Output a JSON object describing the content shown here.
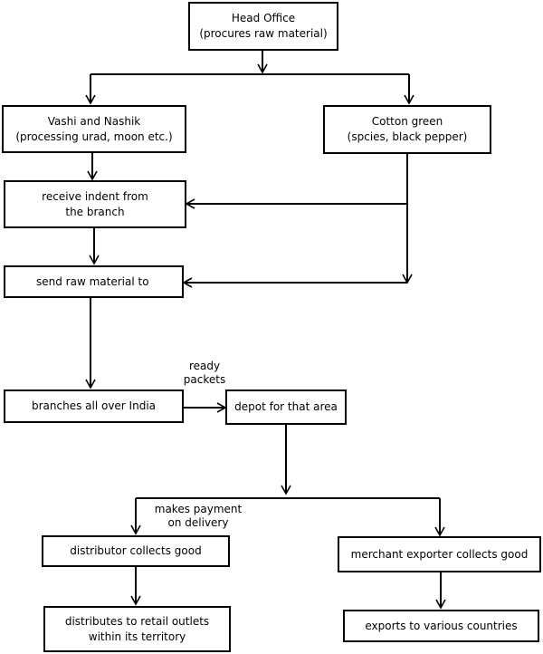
{
  "nodes": {
    "head_office": {
      "line1": "Head Office",
      "line2": "(procures raw material)"
    },
    "vashi_nashik": {
      "line1": "Vashi and Nashik",
      "line2": "(processing urad, moon etc.)"
    },
    "cotton_green": {
      "line1": "Cotton green",
      "line2": "(spcies, black pepper)"
    },
    "receive_indent": {
      "line1": "receive indent from",
      "line2": "the branch"
    },
    "send_raw": {
      "line1": "send raw material to"
    },
    "branches": {
      "line1": "branches all over India"
    },
    "depot": {
      "line1": "depot for that area"
    },
    "distributor": {
      "line1": "distributor collects good"
    },
    "merchant": {
      "line1": "merchant exporter collects good"
    },
    "retail": {
      "line1": "distributes to retail outlets",
      "line2": "within its territory"
    },
    "exports": {
      "line1": "exports to various countries"
    }
  },
  "edge_labels": {
    "ready_packets": {
      "line1": "ready",
      "line2": "packets"
    },
    "makes_payment": {
      "line1": "makes payment",
      "line2": "on delivery"
    }
  }
}
